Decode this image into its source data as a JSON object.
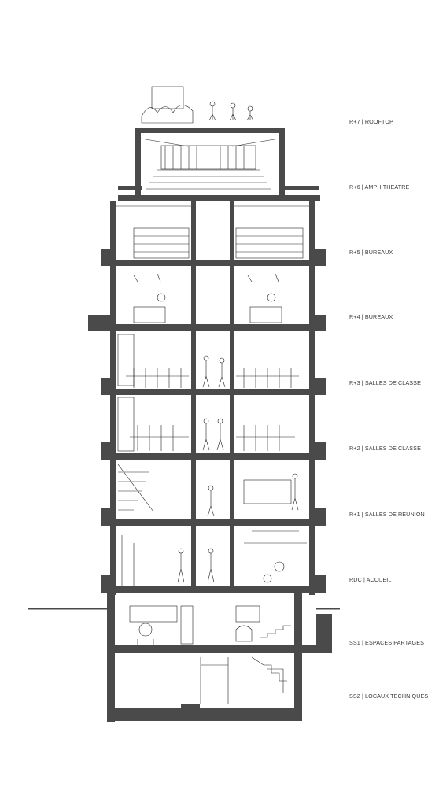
{
  "floors": [
    {
      "key": "r7",
      "label": "R+7 | ROOFTOP"
    },
    {
      "key": "r6",
      "label": "R+6 | AMPHITHEATRE"
    },
    {
      "key": "r5",
      "label": "R+5 | BUREAUX"
    },
    {
      "key": "r4",
      "label": "R+4 | BUREAUX"
    },
    {
      "key": "r3",
      "label": "R+3 | SALLES DE CLASSE"
    },
    {
      "key": "r2",
      "label": "R+2 | SALLES DE CLASSE"
    },
    {
      "key": "r1",
      "label": "R+1 | SALLES DE REUNION"
    },
    {
      "key": "rdc",
      "label": "RDC | ACCUEIL"
    },
    {
      "key": "ss1",
      "label": "SS1 | ESPACES PARTAGES"
    },
    {
      "key": "ss2",
      "label": "SS2 | LOCAUX TECHNIQUES"
    }
  ],
  "colors": {
    "structure": "#4a4a4a",
    "line": "#222222",
    "label": "#3a3a3a"
  }
}
